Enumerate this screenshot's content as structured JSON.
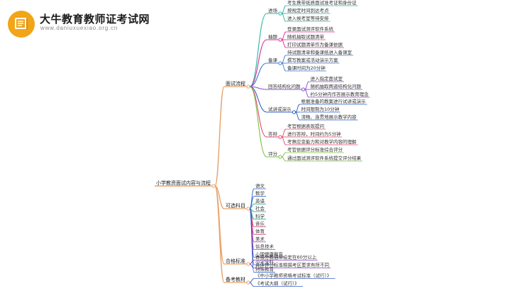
{
  "header": {
    "title": "大牛教育教师证考试网",
    "url": "www.daniuxuexiao.org.cn"
  },
  "root": "小学教资面试内容与流程",
  "branches": [
    {
      "label": "面试流程",
      "children": [
        {
          "label": "进场",
          "color": "#2bb5a6",
          "items": [
            "考生携带纸质面试准考证和身份证",
            "按规定时间到达考点",
            "进入候考室等待安排"
          ]
        },
        {
          "label": "抽题",
          "color": "#d9309a",
          "items": [
            "登录面试测评软件系统",
            "随机抽取试题清单",
            "打印试题清单作为备课依据"
          ]
        },
        {
          "label": "备课",
          "color": "#3f7fd6",
          "items": [
            "持试题清单和备课纸进入备课室",
            "撰写教案或活动演示方案",
            "备课时间为20分钟"
          ]
        },
        {
          "label": "回答结构化问题",
          "color": "#8a4fd3",
          "items": [
            "进入指定面试室",
            "随机抽取两道结构化问题",
            "约5分钟内作答展示教育理念"
          ]
        },
        {
          "label": "试讲或演示",
          "color": "#2f5fc4",
          "items": [
            "根据准备的教案进行试讲或演示",
            "时间限制为10分钟",
            "流畅、连贯地展示教学内容"
          ]
        },
        {
          "label": "答辩",
          "color": "#e64b6e",
          "items": [
            "考官根据表现提问",
            "进行答辩，时间约为5分钟",
            "考察应变能力和对教学内容的理解"
          ]
        },
        {
          "label": "评分",
          "color": "#7cc04a",
          "items": [
            "考官依据评分标准综合评分",
            "通过面试测评软件系统提交评分结果"
          ]
        }
      ]
    },
    {
      "label": "可选科目",
      "children": [
        {
          "label": "语文",
          "color": "#2d62c8"
        },
        {
          "label": "数学",
          "color": "#2d62c8"
        },
        {
          "label": "英语",
          "color": "#19a88c"
        },
        {
          "label": "社会",
          "color": "#19a88c"
        },
        {
          "label": "科学",
          "color": "#19a88c"
        },
        {
          "label": "音乐",
          "color": "#d23a6a"
        },
        {
          "label": "体育",
          "color": "#d23a6a"
        },
        {
          "label": "美术",
          "color": "#c03aa0"
        },
        {
          "label": "信息技术",
          "color": "#c03aa0"
        },
        {
          "label": "心理健康教育",
          "color": "#8a3ac0"
        },
        {
          "label": "小学全科",
          "color": "#2d62c8"
        },
        {
          "label": "特殊教育",
          "color": "#2d62c8"
        }
      ]
    },
    {
      "label": "合格标准",
      "children": [
        {
          "label": "合格分数通常设定在60分以上",
          "color": "#8a3ac0"
        },
        {
          "label": "具体评分标准根据考区要求有所不同",
          "color": "#8a3ac0"
        }
      ]
    },
    {
      "label": "备考教材",
      "children": [
        {
          "label": "《中小学教师资格考试标准（试行）》",
          "color": "#3a5fc8"
        },
        {
          "label": "《考试大纲（试行）》",
          "color": "#3a5fc8"
        }
      ]
    }
  ]
}
